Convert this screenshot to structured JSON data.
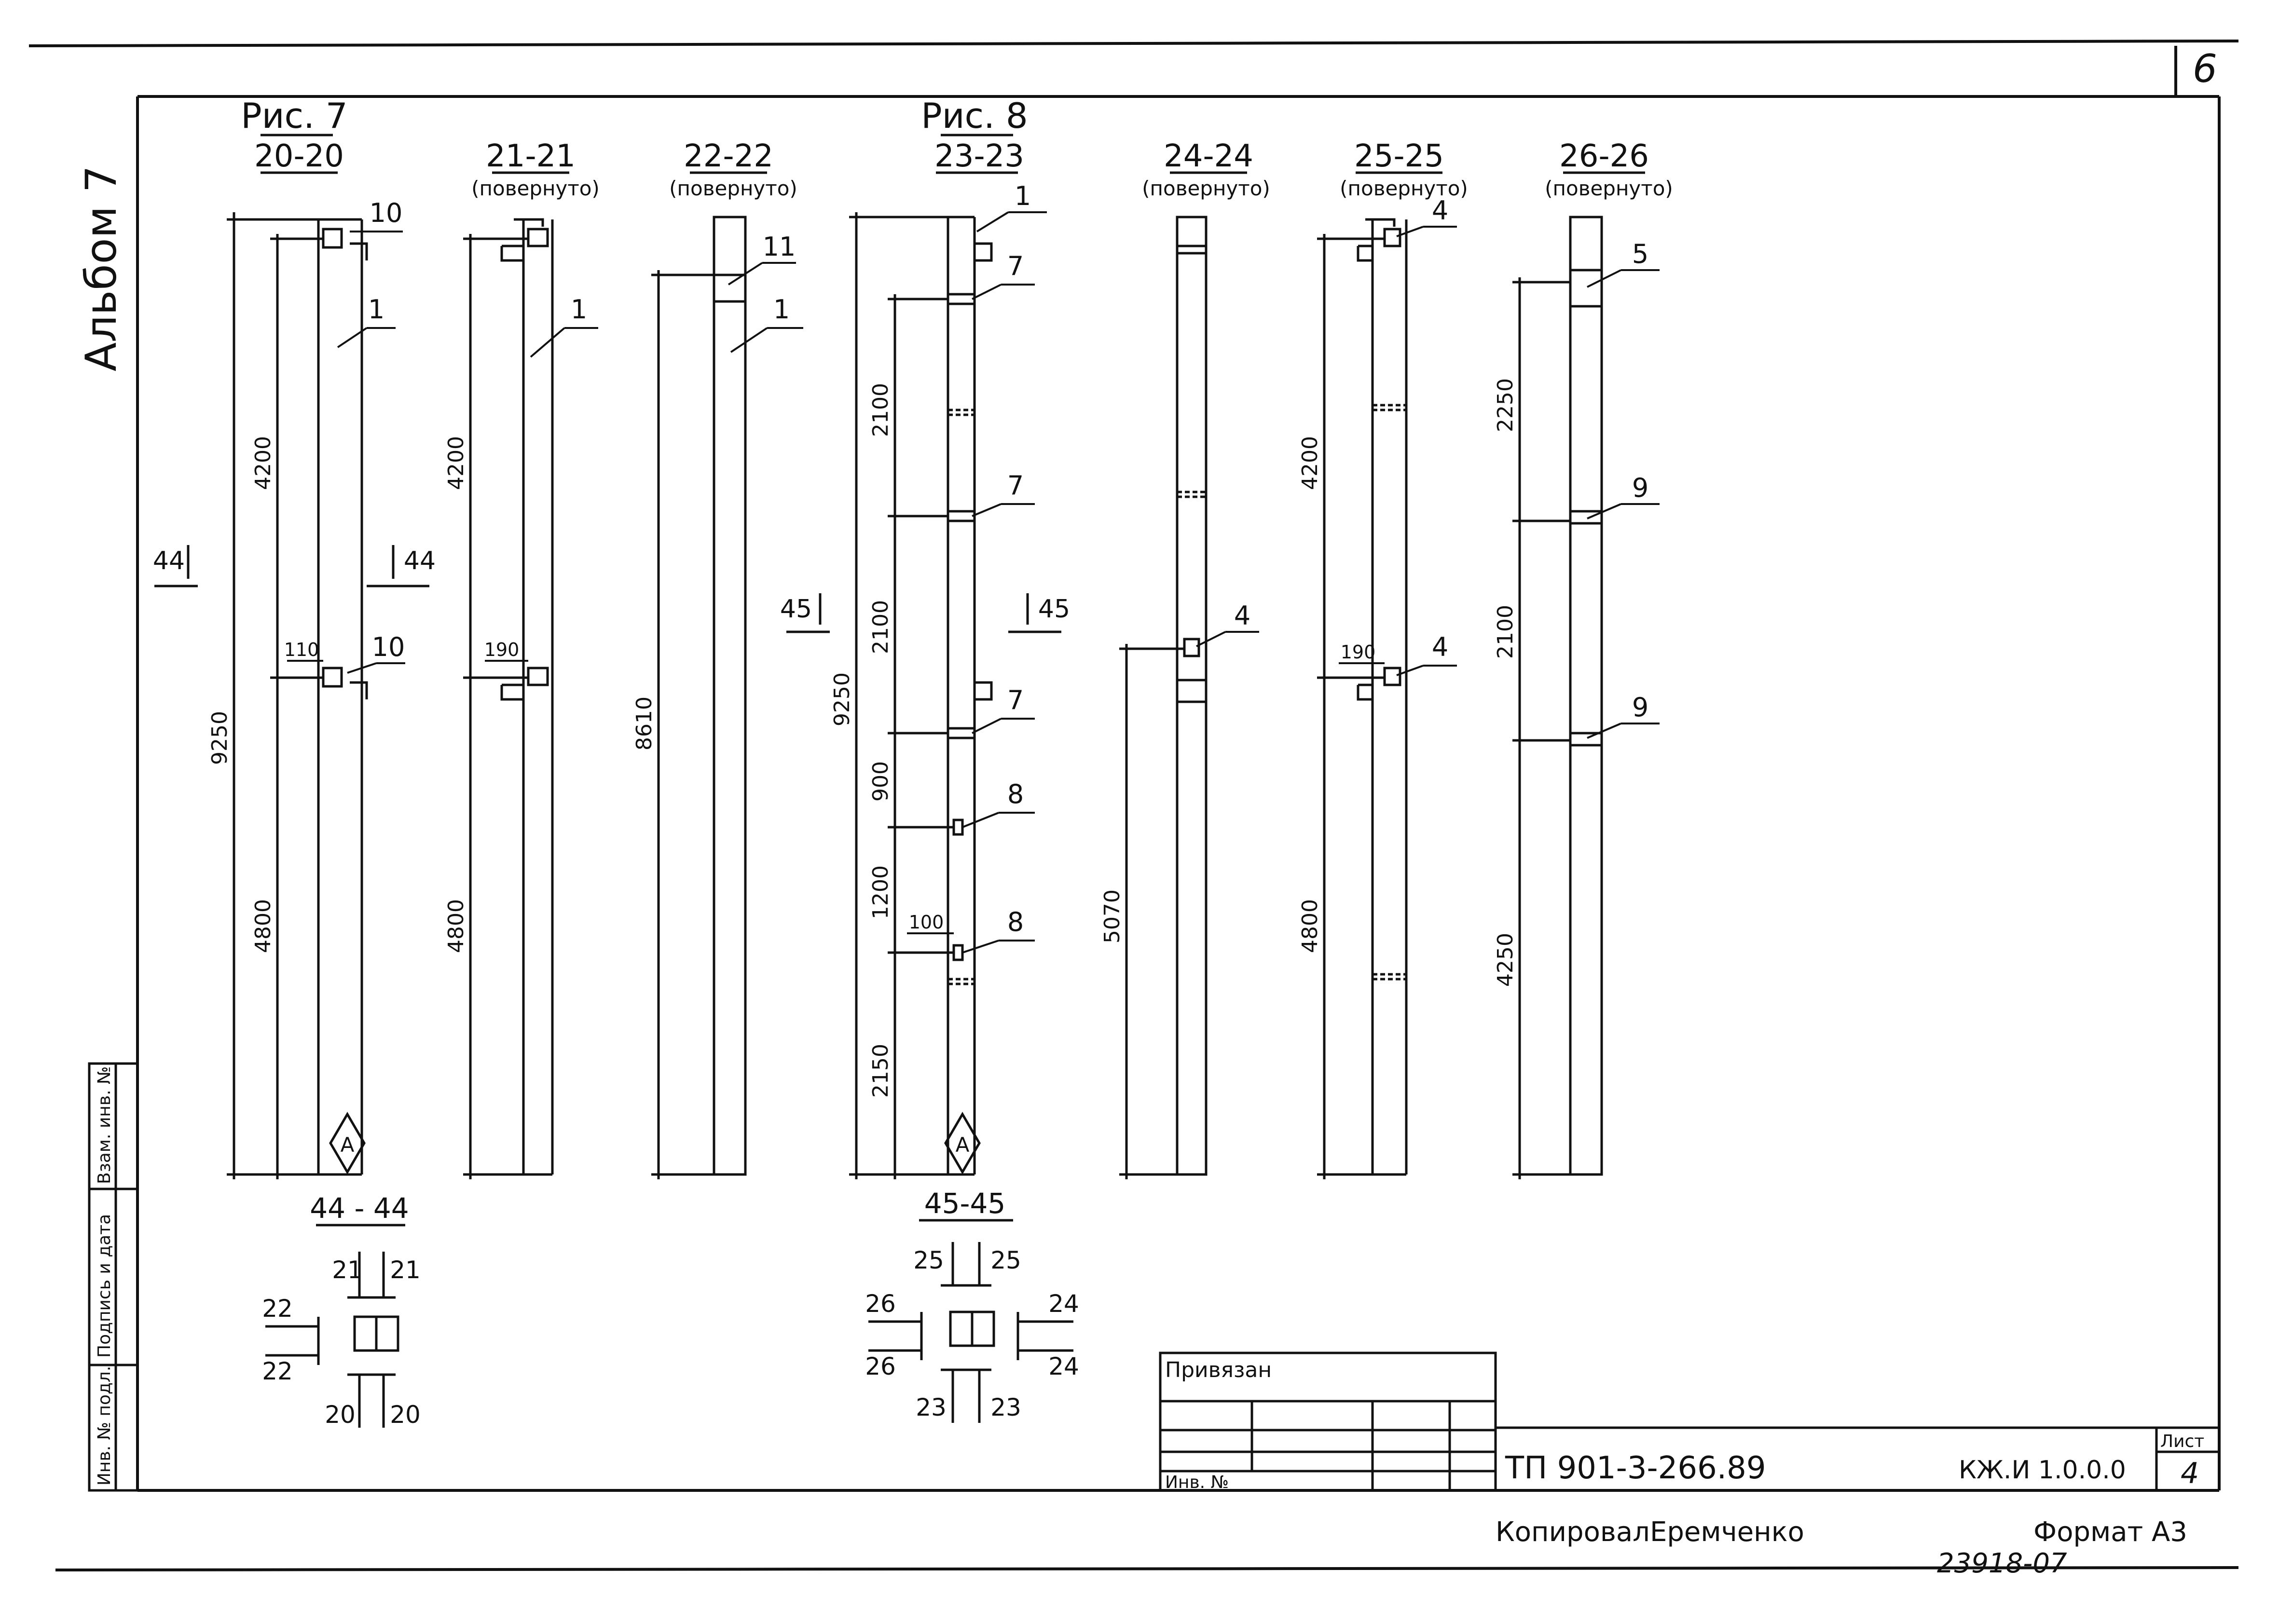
{
  "sheet_number_top": "6",
  "album": "Альбом 7",
  "left_stamp": {
    "cells": [
      "Инв. № подл.",
      "Подпись и дата",
      "Взам. инв. №"
    ]
  },
  "figures": {
    "fig7": "Рис. 7",
    "fig8": "Рис. 8"
  },
  "turned": "(повернуто)",
  "elevations": [
    {
      "id": "20-20",
      "title": "20-20",
      "sub": "",
      "dims": [
        "9250",
        "4200",
        "4800",
        "110"
      ],
      "marks": [
        "10",
        "1",
        "10"
      ]
    },
    {
      "id": "21-21",
      "title": "21-21",
      "sub": "(повернуто)",
      "dims": [
        "4200",
        "4800",
        "190"
      ],
      "marks": [
        "1"
      ]
    },
    {
      "id": "22-22",
      "title": "22-22",
      "sub": "(повернуто)",
      "dims": [
        "8610"
      ],
      "marks": [
        "11",
        "1"
      ]
    },
    {
      "id": "23-23",
      "title": "23-23",
      "sub": "",
      "dims": [
        "9250",
        "2100",
        "2100",
        "900",
        "1200",
        "2150",
        "100"
      ],
      "marks": [
        "1",
        "7",
        "7",
        "7",
        "8",
        "8"
      ]
    },
    {
      "id": "24-24",
      "title": "24-24",
      "sub": "(повернуто)",
      "dims": [
        "5070"
      ],
      "marks": [
        "4"
      ]
    },
    {
      "id": "25-25",
      "title": "25-25",
      "sub": "(повернуто)",
      "dims": [
        "4200",
        "4800",
        "190"
      ],
      "marks": [
        "4",
        "4"
      ]
    },
    {
      "id": "26-26",
      "title": "26-26",
      "sub": "(повернуто)",
      "dims": [
        "2250",
        "2100",
        "4250"
      ],
      "marks": [
        "5",
        "9",
        "9"
      ]
    }
  ],
  "section_cuts": {
    "c44": "44",
    "c45": "45"
  },
  "plan_44": {
    "title": "44 - 44",
    "labels": {
      "t1": "21",
      "t2": "21",
      "l1": "22",
      "l2": "22",
      "b1": "20",
      "b2": "20"
    }
  },
  "plan_45": {
    "title": "45-45",
    "labels": {
      "t1": "25",
      "t2": "25",
      "l1": "26",
      "l2": "26",
      "r1": "24",
      "r2": "24",
      "b1": "23",
      "b2": "23"
    }
  },
  "title_block": {
    "privyazan": "Привязан",
    "inv_no": "Инв. №",
    "project": "ТП 901-3-266.89",
    "code": "КЖ.И 1.0.0.0",
    "sheet_label": "Лист",
    "sheet": "4",
    "copied": "Копировал",
    "copier": "Еремченко",
    "format": "Формат А3",
    "order": "23918-07"
  },
  "icons": {
    "diamond": "diamond-a-mark-icon"
  }
}
